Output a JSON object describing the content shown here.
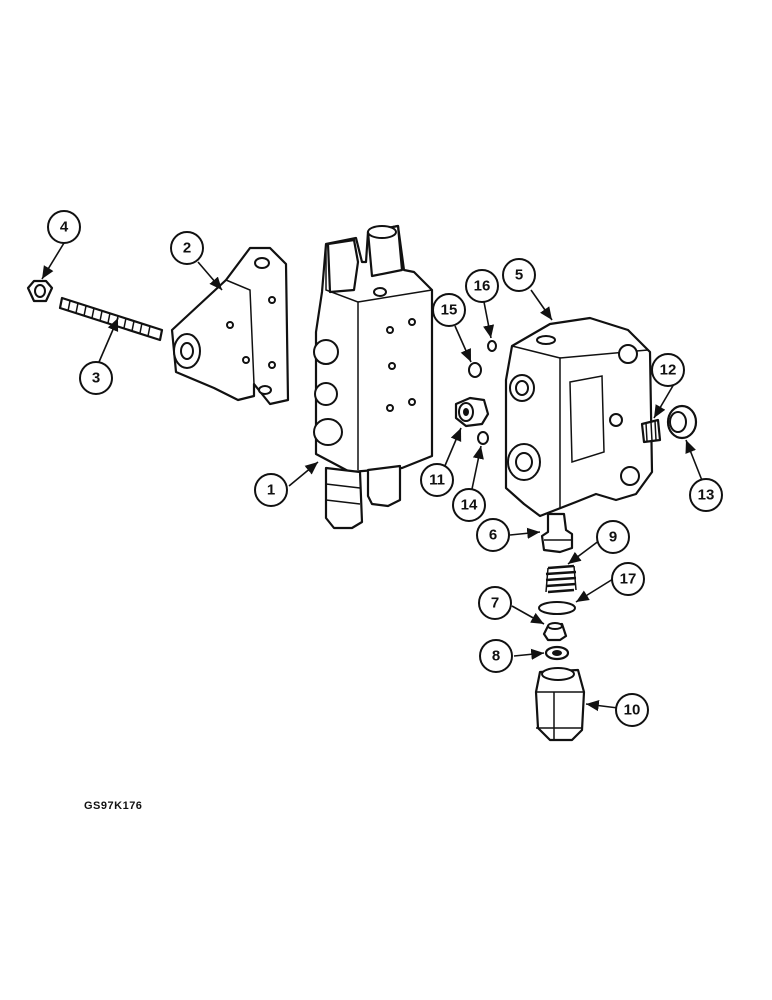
{
  "figure_ref": "GS97K176",
  "callouts": {
    "c1": "1",
    "c2": "2",
    "c3": "3",
    "c4": "4",
    "c5": "5",
    "c6": "6",
    "c7": "7",
    "c8": "8",
    "c9": "9",
    "c10": "10",
    "c11": "11",
    "c12": "12",
    "c13": "13",
    "c14": "14",
    "c15": "15",
    "c16": "16",
    "c17": "17"
  }
}
